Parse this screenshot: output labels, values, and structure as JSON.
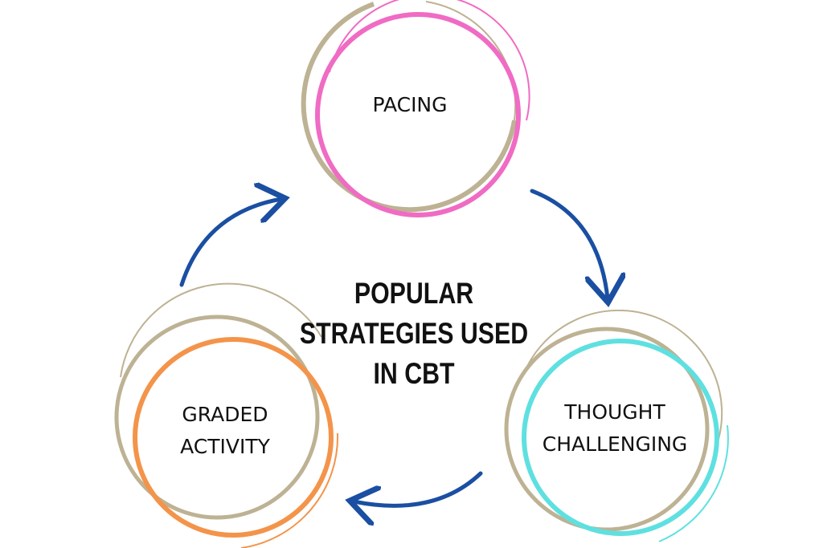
{
  "title": {
    "lines": [
      "POPULAR",
      "STRATEGIES USED",
      "IN CBT"
    ]
  },
  "nodes": [
    {
      "label_lines": [
        "PACING"
      ],
      "color": "#f06bc4"
    },
    {
      "label_lines": [
        "THOUGHT",
        "CHALLENGING"
      ],
      "color": "#5fe0e0"
    },
    {
      "label_lines": [
        "GRADED",
        "ACTIVITY"
      ],
      "color": "#f3944a"
    }
  ],
  "colors": {
    "ring": "#bdb293",
    "arrow": "#1a4fa2"
  }
}
